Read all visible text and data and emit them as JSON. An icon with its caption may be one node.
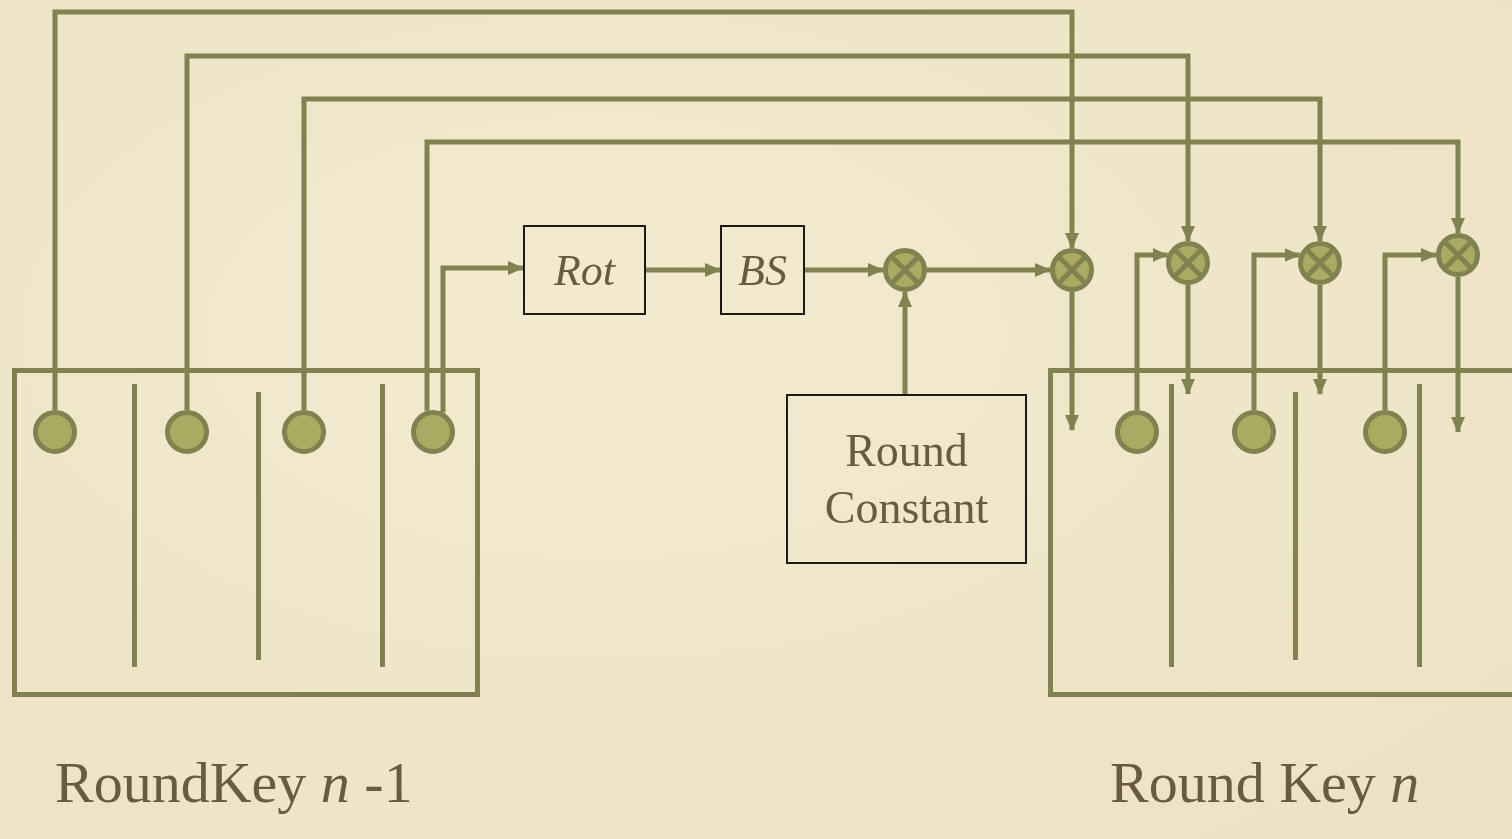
{
  "diagram": {
    "nodes": [
      {
        "text": [
          "RoundKey *n* -1"
        ]
      },
      {
        "text": [],
        "shape": "circle",
        "in": 0
      },
      {
        "text": [],
        "shape": "circle",
        "in": 0
      },
      {
        "text": [],
        "shape": "circle",
        "in": 0
      },
      {
        "text": [],
        "shape": "circle",
        "in": 0
      },
      {
        "text": [
          "Rot"
        ]
      },
      {
        "text": [
          "BS"
        ]
      },
      {
        "text": [],
        "shape": "circle"
      },
      {
        "text": [
          "Round Constant"
        ]
      },
      {
        "text": [
          "Round Key *n*"
        ]
      },
      {
        "text": [],
        "shape": "circle"
      },
      {
        "text": [],
        "shape": "circle"
      },
      {
        "text": [],
        "shape": "circle"
      },
      {
        "text": [],
        "shape": "circle"
      },
      {
        "text": [],
        "shape": "circle",
        "in": 9
      },
      {
        "text": [],
        "shape": "circle",
        "in": 9
      },
      {
        "text": [],
        "shape": "circle",
        "in": 9
      }
    ],
    "edges": [
      {
        "from": 1,
        "to": 10,
        "arrow": "to"
      },
      {
        "from": 2,
        "to": 11,
        "arrow": "to"
      },
      {
        "from": 3,
        "to": 12,
        "arrow": "to"
      },
      {
        "from": 4,
        "to": 13,
        "arrow": "to"
      },
      {
        "from": 4,
        "to": 5,
        "arrow": "to"
      },
      {
        "from": 5,
        "to": 6,
        "arrow": "to"
      },
      {
        "from": 6,
        "to": 7,
        "arrow": "to"
      },
      {
        "from": 8,
        "to": 7,
        "arrow": "to"
      },
      {
        "from": 7,
        "to": 10,
        "arrow": "to"
      },
      {
        "from": 10,
        "to": 9,
        "arrow": "to"
      },
      {
        "from": 14,
        "to": 11,
        "arrow": "to"
      },
      {
        "from": 11,
        "to": 9,
        "arrow": "to"
      },
      {
        "from": 15,
        "to": 12,
        "arrow": "to"
      },
      {
        "from": 12,
        "to": 9,
        "arrow": "to"
      },
      {
        "from": 16,
        "to": 13,
        "arrow": "to"
      },
      {
        "from": 13,
        "to": 9,
        "arrow": "to"
      }
    ]
  }
}
